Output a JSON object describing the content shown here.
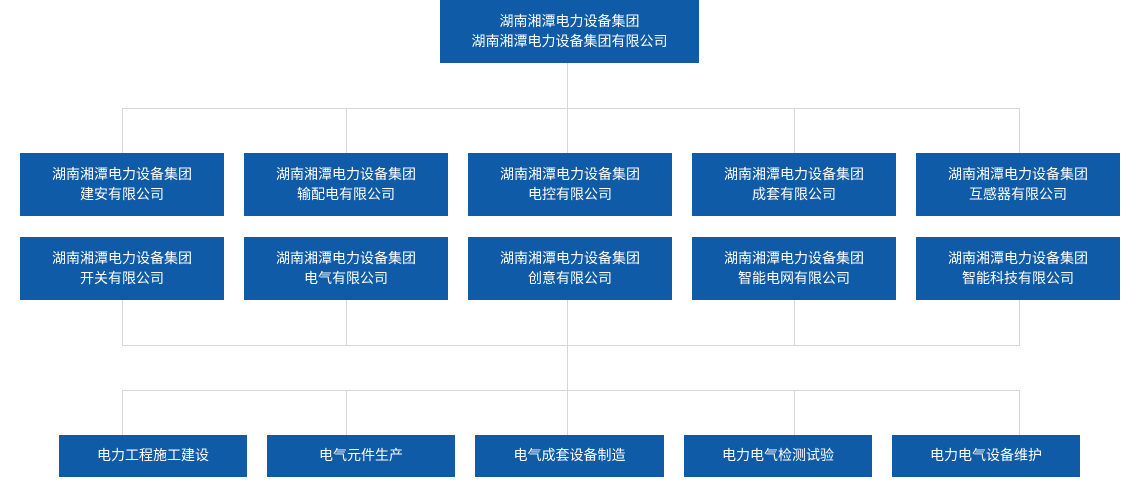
{
  "colors": {
    "box": "#0f5ba7",
    "text": "#ffffff",
    "connector": "#d6d6d6"
  },
  "root": {
    "line1": "湖南湘潭电力设备集团",
    "line2": "湖南湘潭电力设备集团有限公司"
  },
  "subsidiaries": {
    "row1": [
      {
        "line1": "湖南湘潭电力设备集团",
        "line2": "建安有限公司"
      },
      {
        "line1": "湖南湘潭电力设备集团",
        "line2": "输配电有限公司"
      },
      {
        "line1": "湖南湘潭电力设备集团",
        "line2": "电控有限公司"
      },
      {
        "line1": "湖南湘潭电力设备集团",
        "line2": "成套有限公司"
      },
      {
        "line1": "湖南湘潭电力设备集团",
        "line2": "互感器有限公司"
      }
    ],
    "row2": [
      {
        "line1": "湖南湘潭电力设备集团",
        "line2": "开关有限公司"
      },
      {
        "line1": "湖南湘潭电力设备集团",
        "line2": "电气有限公司"
      },
      {
        "line1": "湖南湘潭电力设备集团",
        "line2": "创意有限公司"
      },
      {
        "line1": "湖南湘潭电力设备集团",
        "line2": "智能电网有限公司"
      },
      {
        "line1": "湖南湘潭电力设备集团",
        "line2": "智能科技有限公司"
      }
    ]
  },
  "services": [
    "电力工程施工建设",
    "电气元件生产",
    "电气成套设备制造",
    "电力电气检测试验",
    "电力电气设备维护"
  ]
}
